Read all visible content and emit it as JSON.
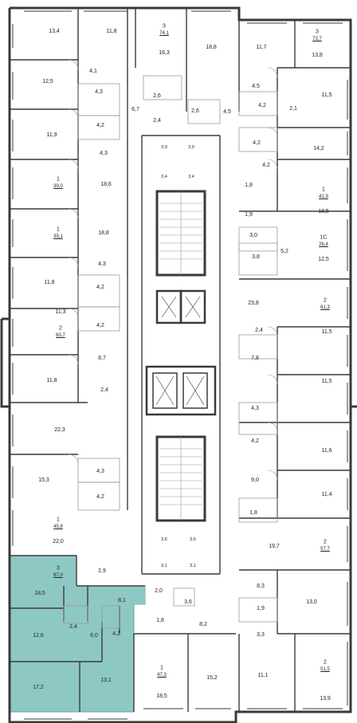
{
  "colors": {
    "wall": "#3a3a3a",
    "thin": "#9a9a9a",
    "highlight": "#8ec8c4",
    "highlight_stroke": "#5aa5a0",
    "background": "#ffffff"
  },
  "apartments": [
    {
      "no": "3",
      "area": "74,1"
    },
    {
      "no": "3",
      "area": "73,7"
    },
    {
      "no": "1",
      "area": "39,0"
    },
    {
      "no": "1",
      "area": "42,9"
    },
    {
      "no": "1",
      "area": "39,1"
    },
    {
      "no": "1С",
      "area": "26,4"
    },
    {
      "no": "2",
      "area": "60,7"
    },
    {
      "no": "2",
      "area": "61,3"
    },
    {
      "no": "1",
      "area": "45,8"
    },
    {
      "no": "2",
      "area": "57,7"
    },
    {
      "no": "3",
      "area": "87,0"
    },
    {
      "no": "2",
      "area": "51,5"
    },
    {
      "no": "1",
      "area": "47,3"
    }
  ],
  "rooms": [
    "13,4",
    "11,8",
    "16,3",
    "18,8",
    "11,7",
    "13,8",
    "12,5",
    "4,1",
    "4,3",
    "6,7",
    "2,6",
    "2,6",
    "4,5",
    "4,5",
    "11,5",
    "4,2",
    "2,4",
    "4,2",
    "2,1",
    "11,9",
    "4,2",
    "4,3",
    "3,9",
    "3,9",
    "14,2",
    "18,6",
    "4,2",
    "3,4",
    "3,4",
    "1,8",
    "18,5",
    "1,9",
    "18,8",
    "3,0",
    "12,5",
    "4,3",
    "3,8",
    "5,2",
    "11,8",
    "4,2",
    "23,8",
    "4,2",
    "11,3",
    "2,4",
    "11,5",
    "8,7",
    "7,8",
    "11,8",
    "2,4",
    "11,5",
    "4,3",
    "22,3",
    "4,2",
    "11,6",
    "9,0",
    "15,3",
    "4,3",
    "11,4",
    "4,2",
    "1,8",
    "22,0",
    "19,7",
    "3,6",
    "3,6",
    "3,1",
    "3,1",
    "18,5",
    "2,9",
    "8,1",
    "2,0",
    "3,6",
    "8,3",
    "13,0",
    "1,9",
    "1,8",
    "8,2",
    "12,6",
    "2,4",
    "6,0",
    "4,2",
    "3,3",
    "17,2",
    "13,1",
    "18,5",
    "15,2",
    "11,1",
    "13,9"
  ]
}
